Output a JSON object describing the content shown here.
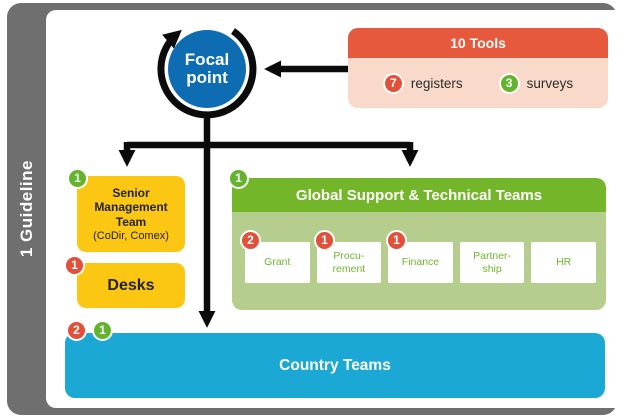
{
  "sidebar": {
    "label": "1 Guideline"
  },
  "focal_point": {
    "line1": "Focal",
    "line2": "point"
  },
  "tools": {
    "title": "10 Tools",
    "items": [
      {
        "count": "7",
        "label": "registers"
      },
      {
        "count": "3",
        "label": "surveys"
      }
    ]
  },
  "senior_management": {
    "badge": "1",
    "name": "Senior\nManagement\nTeam",
    "subtitle": "(CoDir, Comex)"
  },
  "desks": {
    "badge": "1",
    "label": "Desks"
  },
  "global_support": {
    "badge": "1",
    "title": "Global Support & Technical Teams",
    "teams": [
      {
        "label": "Grant",
        "badge": "2"
      },
      {
        "label": "Procu-\nrement",
        "badge": "1"
      },
      {
        "label": "Finance",
        "badge": "1"
      },
      {
        "label": "Partner-\nship"
      },
      {
        "label": "HR"
      }
    ]
  },
  "country_teams": {
    "badge_red": "2",
    "badge_green": "1",
    "label": "Country Teams"
  },
  "colors": {
    "frame_gray": "#6F6F6F",
    "focal_blue": "#0E6CB2",
    "tools_red": "#E6593C",
    "tools_body_pink": "#F9D9CA",
    "badge_red": "#E2503A",
    "badge_green": "#64B32D",
    "yellow": "#FBC712",
    "green_header": "#74B629",
    "green_body": "#B5CE8D",
    "country_blue": "#1BA8D5",
    "arrow_black": "#0B0B0B"
  }
}
